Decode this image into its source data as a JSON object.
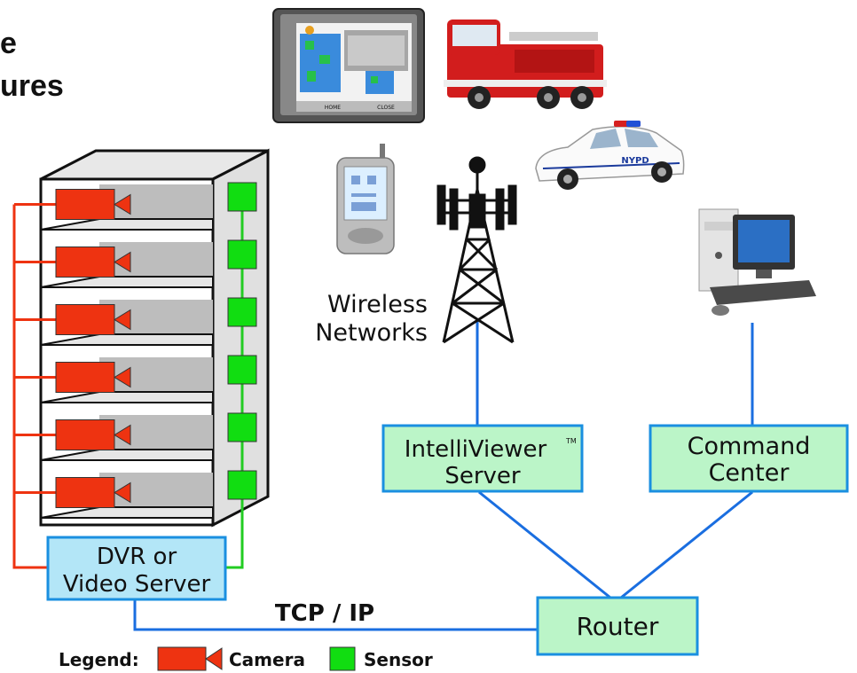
{
  "title": {
    "line1": "e",
    "line2": "ures"
  },
  "labels": {
    "wireless_line1": "Wireless",
    "wireless_line2": "Networks",
    "intelliviewer_line1": "IntelliViewer",
    "intelliviewer_tm": "TM",
    "intelliviewer_line2": "Server",
    "command_line1": "Command",
    "command_line2": "Center",
    "dvr_line1": "DVR or",
    "dvr_line2": "Video Server",
    "router": "Router",
    "protocol": "TCP / IP"
  },
  "tablet": {
    "home": "HOME",
    "close": "CLOSE"
  },
  "police_car": {
    "text": "NYPD"
  },
  "legend": {
    "title": "Legend:",
    "camera": "Camera",
    "sensor": "Sensor"
  },
  "colors": {
    "camera": "#ee3311",
    "sensor": "#11dd11",
    "box_green": "#bbf5c8",
    "box_blue": "#b3e6f7",
    "border_blue": "#1a8fe0",
    "link_blue": "#1a6ee0",
    "wire_red": "#ee3311",
    "wire_green": "#22cc22"
  },
  "rack": {
    "shelves": 6,
    "cameras": 6,
    "sensors": 6
  }
}
